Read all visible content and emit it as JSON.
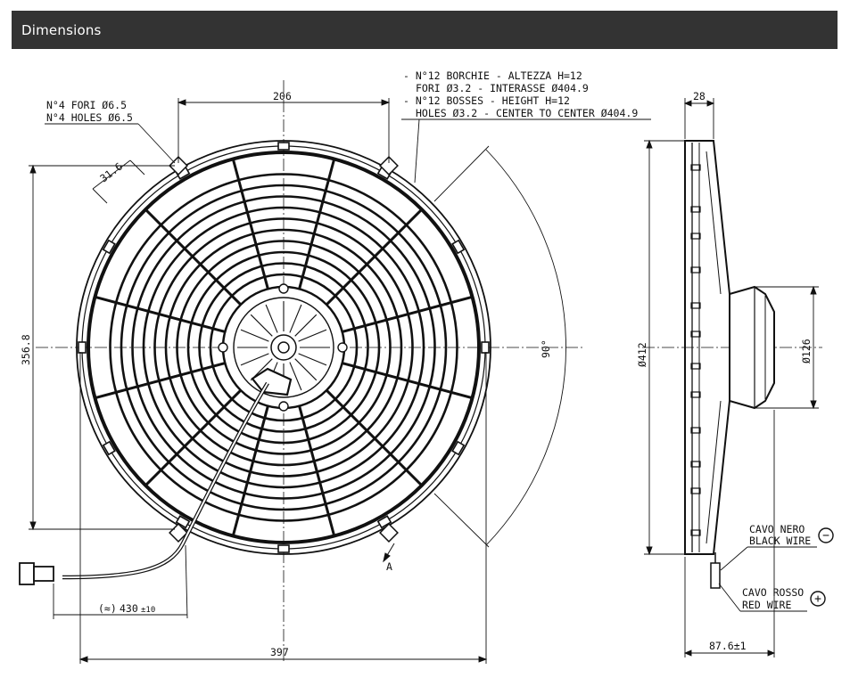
{
  "header": {
    "title": "Dimensions"
  },
  "drawing": {
    "notes": {
      "holes_it": "N°4 FORI Ø6.5",
      "holes_en": "N°4 HOLES Ø6.5",
      "bosses_it_1": "- N°12 BORCHIE - ALTEZZA H=12",
      "bosses_it_2": "FORI Ø3.2 - INTERASSE Ø404.9",
      "bosses_en_1": "- N°12 BOSSES - HEIGHT H=12",
      "bosses_en_2": "HOLES Ø3.2 - CENTER TO CENTER Ø404.9"
    },
    "dims": {
      "top_width": "206",
      "ear_offset": "31.6",
      "height": "356.8",
      "angle": "90°",
      "bottom_width": "397",
      "cable_length": "430",
      "cable_prefix": "(≈)",
      "cable_tol": "±10",
      "depth_top": "28",
      "outer_diam": "Ø412",
      "motor_diam": "Ø126",
      "total_depth": "87.6±1",
      "section": "A"
    },
    "wires": {
      "black_it": "CAVO NERO",
      "black_en": "BLACK WIRE",
      "red_it": "CAVO ROSSO",
      "red_en": "RED WIRE",
      "minus": "−",
      "plus": "+"
    }
  }
}
